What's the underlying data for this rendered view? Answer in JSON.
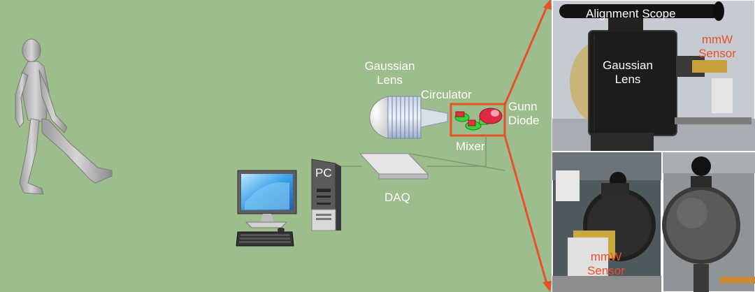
{
  "colors": {
    "background": "#9dbd8c",
    "highlight_orange": "#e8502a",
    "label_white": "#ffffff"
  },
  "labels": {
    "gaussian_lens_line1": "Gaussian",
    "gaussian_lens_line2": "Lens",
    "circulator": "Circulator",
    "gunn_line1": "Gunn",
    "gunn_line2": "Diode",
    "mixer": "Mixer",
    "pc": "PC",
    "daq": "DAQ"
  },
  "photos": {
    "top": {
      "alignment_scope": "Alignment Scope",
      "mmw_line1": "mmW",
      "mmw_line2": "Sensor",
      "lens_line1": "Gaussian",
      "lens_line2": "Lens"
    },
    "bottom_left": {
      "mmw_line1": "mmW",
      "mmw_line2": "Sensor"
    }
  }
}
